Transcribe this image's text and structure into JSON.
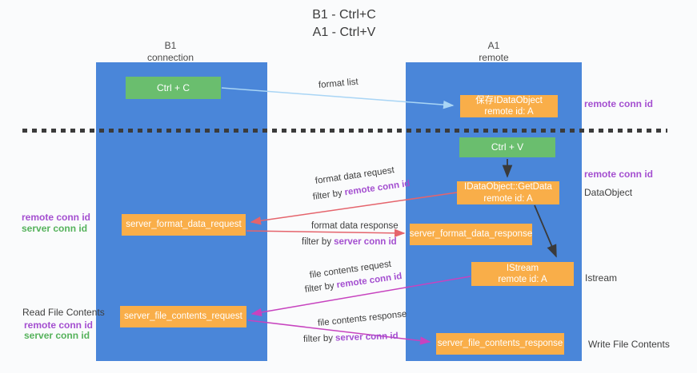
{
  "title": {
    "line1": "B1 - Ctrl+C",
    "line2": "A1 - Ctrl+V"
  },
  "lanes": {
    "left": {
      "name": "B1",
      "role": "connection"
    },
    "right": {
      "name": "A1",
      "role": "remote"
    }
  },
  "nodes": {
    "ctrl_c": "Ctrl + C",
    "ctrl_v": "Ctrl + V",
    "save_idataobject": {
      "line1": "保存IDataObject",
      "line2": "remote id: A"
    },
    "getdata": {
      "line1": "IDataObject::GetData",
      "line2": "remote id: A"
    },
    "istream": {
      "line1": "IStream",
      "line2": "remote id: A"
    },
    "format_request": "server_format_data_request",
    "format_response": "server_format_data_response",
    "file_request": "server_file_contents_request",
    "file_response": "server_file_contents_response"
  },
  "labels": {
    "format_list": "format list",
    "format_data_request": "format data request",
    "format_data_response": "format data response",
    "file_contents_request": "file contents request",
    "file_contents_response": "file contents response",
    "filter_by": "filter by",
    "remote_conn_id": "remote conn id",
    "server_conn_id": "server conn id",
    "dataobject": "DataObject",
    "istream": "Istream",
    "read_file_contents": "Read File Contents",
    "write_file_contents": "Write File Contents"
  },
  "colors": {
    "lane_blue": "#4A86D9",
    "node_green": "#6ABE6E",
    "node_orange": "#F9AE49",
    "arrow_light_blue": "#A9D5F5",
    "arrow_red": "#E5646C",
    "arrow_magenta": "#C743BF",
    "arrow_black": "#3A3A3A",
    "text_purple": "#A44FD0",
    "text_green": "#55B25B"
  }
}
